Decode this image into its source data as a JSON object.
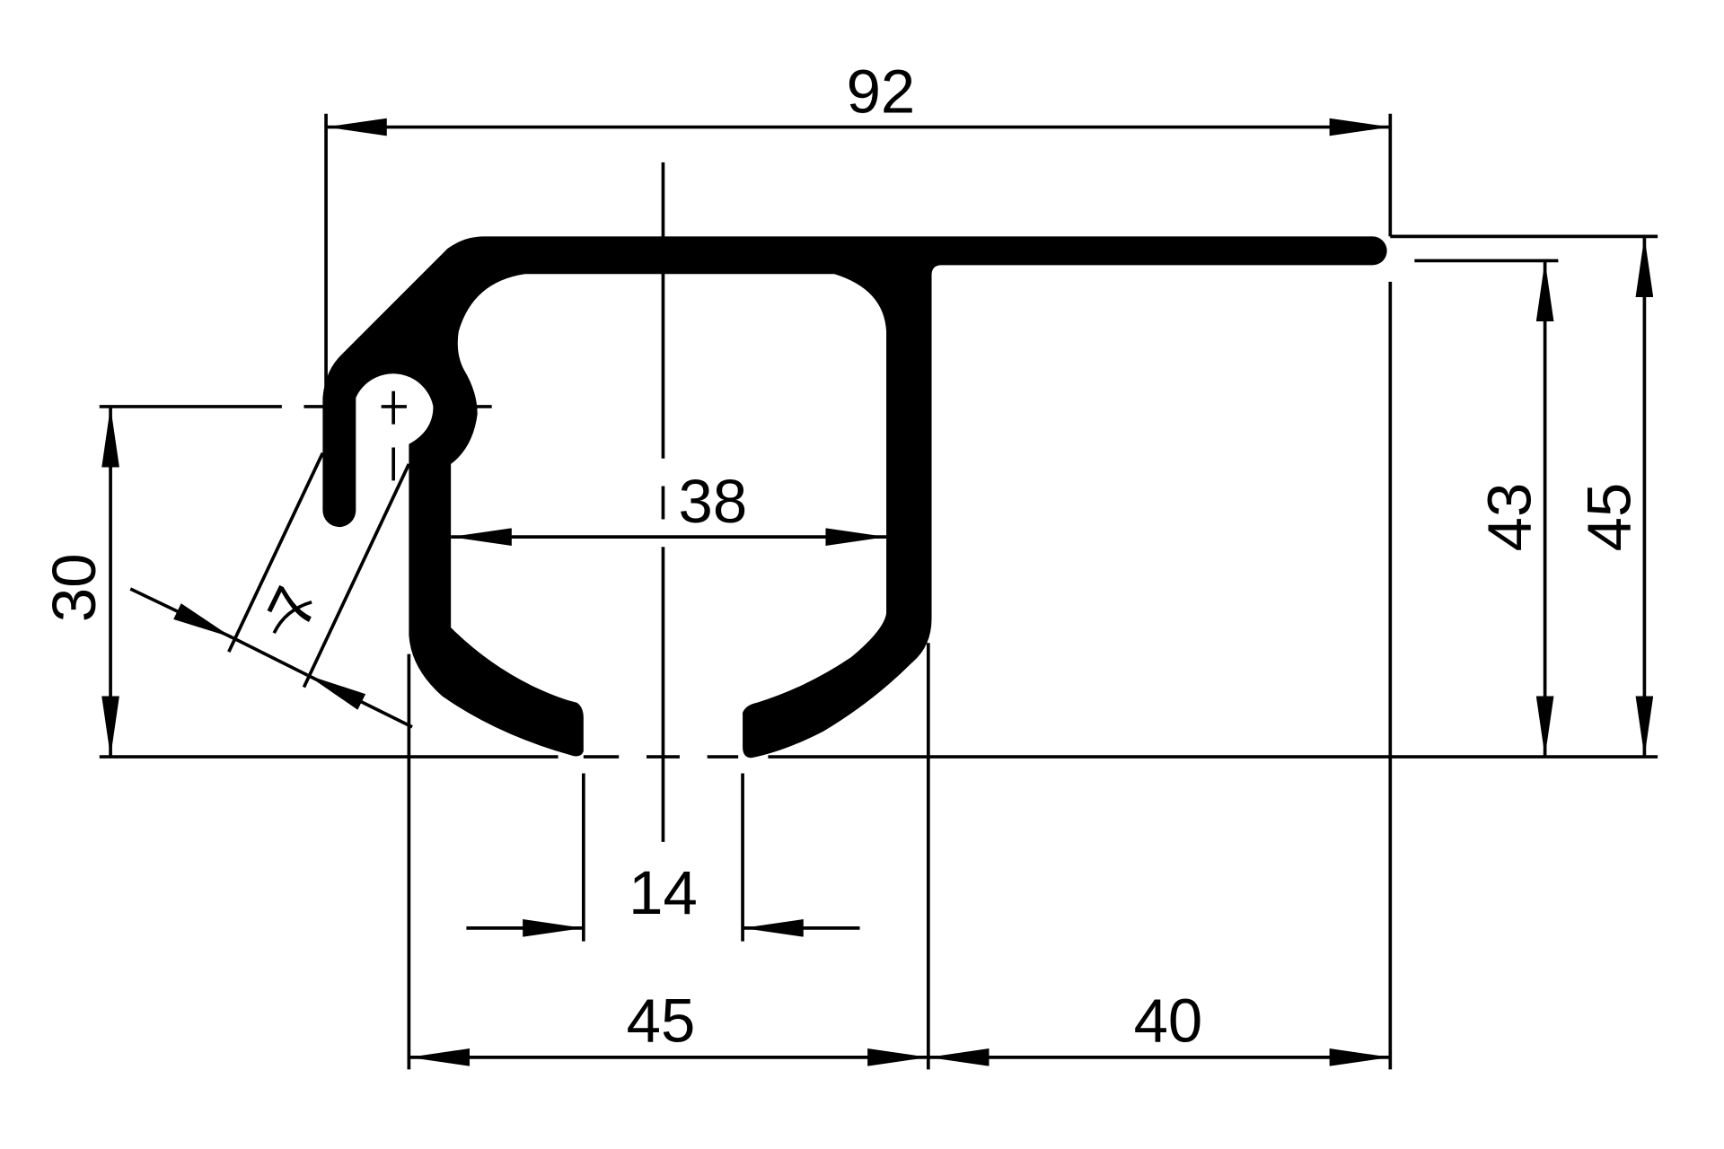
{
  "drawing": {
    "type": "profile-cross-section",
    "colors": {
      "profile": "#000000",
      "background": "#ffffff"
    },
    "dimensions": {
      "overall_width": "92",
      "overall_height": "45",
      "inner_height": "43",
      "hook_height": "30",
      "inner_width": "38",
      "opening_width": "14",
      "channel_width": "45",
      "flange_width": "40",
      "hook_gap": "7"
    }
  }
}
